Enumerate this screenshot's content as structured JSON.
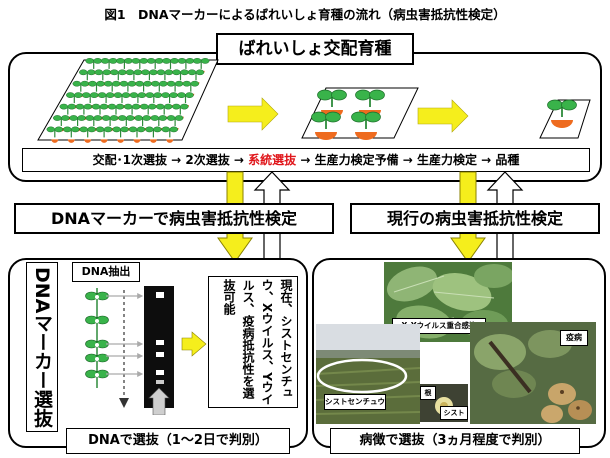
{
  "title": "図1　DNAマーカーによるばれいしょ育種の流れ（病虫害抵抗性検定）",
  "top_panel": {
    "title": "ばれいしょ交配育種",
    "flow_parts": [
      "交配･1次選抜 → 2次選抜 → ",
      "系統選抜",
      " → 生産力検定予備 → 生産力検定 → 品種"
    ]
  },
  "dna_marker_test": "DNAマーカーで病虫害抵抗性検定",
  "current_test": "現行の病虫害抵抗性検定",
  "left_panel": {
    "vertical_title": "DNAマーカー選抜",
    "dna_extraction": "DNA抽出",
    "note": "現在、シストセンチュウ、Xウイルス、Yウイルス、疫病抵抗性を選抜可能",
    "footer": "DNAで選抜（1～2日で判別）"
  },
  "right_panel": {
    "photo_labels": {
      "xy_virus": "X･Yウイルス重合感染",
      "late_blight": "疫病",
      "cyst_nematode": "シストセンチュウ",
      "root": "根",
      "cyst": "シスト"
    },
    "footer": "病徴で選抜（3ヵ月程度で判別）"
  },
  "colors": {
    "arrow_yellow": "#f5ee1c",
    "flow_highlight": "#e0151a",
    "plant_green": "#39b34a",
    "tuber_orange": "#ee6b1f",
    "field_bg": "#ffffff"
  }
}
